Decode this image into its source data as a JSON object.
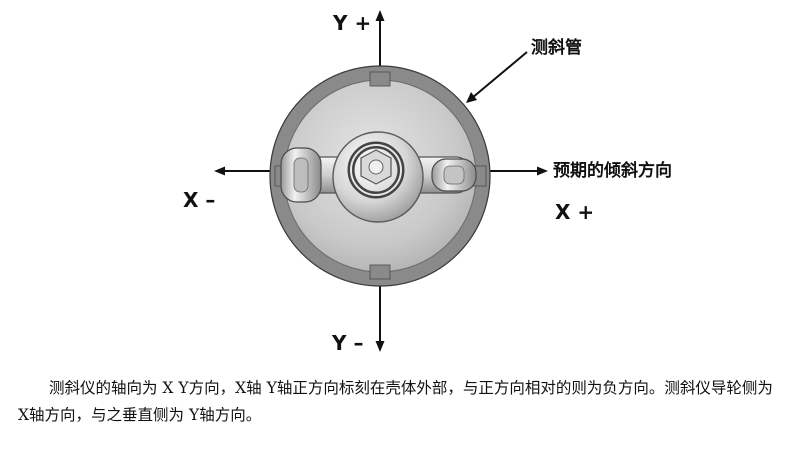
{
  "diagram": {
    "labels": {
      "y_plus": "Y +",
      "y_minus": "Y –",
      "x_minus": "X –",
      "x_plus": "X +",
      "tube": "测斜管",
      "expected_direction": "预期的倾斜方向"
    },
    "colors": {
      "outer_ring": "#8a8a8a",
      "inner_disk": "#c9c9c9",
      "arrow": "#111111"
    }
  },
  "caption": {
    "text": "测斜仪的轴向为 X Y方向，X轴 Y轴正方向标刻在壳体外部，与正方向相对的则为负方向。测斜仪导轮侧为 X轴方向，与之垂直侧为 Y轴方向。"
  }
}
